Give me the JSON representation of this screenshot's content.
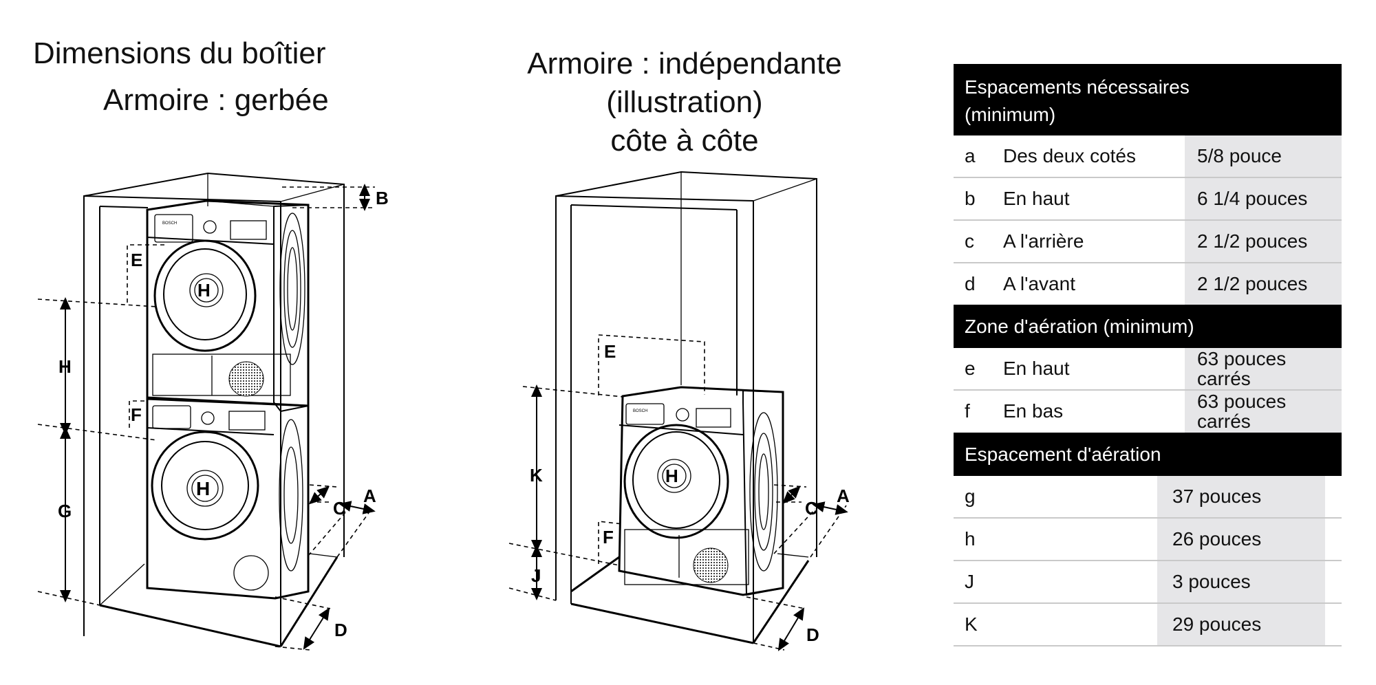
{
  "titles": {
    "left_line1": "Dimensions du boîtier",
    "left_line2": "Armoire : gerbée",
    "middle_lines": [
      "Armoire : indépendante",
      "(illustration)",
      "côte à côte"
    ]
  },
  "diagram_left": {
    "description": "Stacked washer and dryer in cabinet",
    "labels": [
      "B",
      "E",
      "H",
      "F",
      "G",
      "C",
      "A",
      "D"
    ],
    "brand": "BOSCH"
  },
  "diagram_middle": {
    "description": "Single free-standing dryer in cabinet",
    "labels": [
      "E",
      "K",
      "F",
      "J",
      "C",
      "A",
      "D"
    ],
    "brand": "BOSCH"
  },
  "table": {
    "section1": {
      "header_line1": "Espacements nécessaires",
      "header_line2": "(minimum)",
      "rows": [
        {
          "key": "a",
          "desc": "Des deux cotés",
          "value": "5/8 pouce"
        },
        {
          "key": "b",
          "desc": "En haut",
          "value": "6 1/4 pouces"
        },
        {
          "key": "c",
          "desc": "A l'arrière",
          "value": "2 1/2 pouces"
        },
        {
          "key": "d",
          "desc": "A l'avant",
          "value": "2 1/2 pouces"
        }
      ]
    },
    "section2": {
      "header": "Zone d'aération (minimum)",
      "rows": [
        {
          "key": "e",
          "desc": "En haut",
          "value_line1": "63 pouces",
          "value_line2": "carrés"
        },
        {
          "key": "f",
          "desc": "En bas",
          "value_line1": "63 pouces",
          "value_line2": "carrés"
        }
      ]
    },
    "section3": {
      "header": "Espacement d'aération",
      "rows": [
        {
          "key": "g",
          "value": "37 pouces"
        },
        {
          "key": "h",
          "value": "26 pouces"
        },
        {
          "key": "J",
          "value": "3 pouces"
        },
        {
          "key": "K",
          "value": "29 pouces"
        }
      ]
    }
  }
}
